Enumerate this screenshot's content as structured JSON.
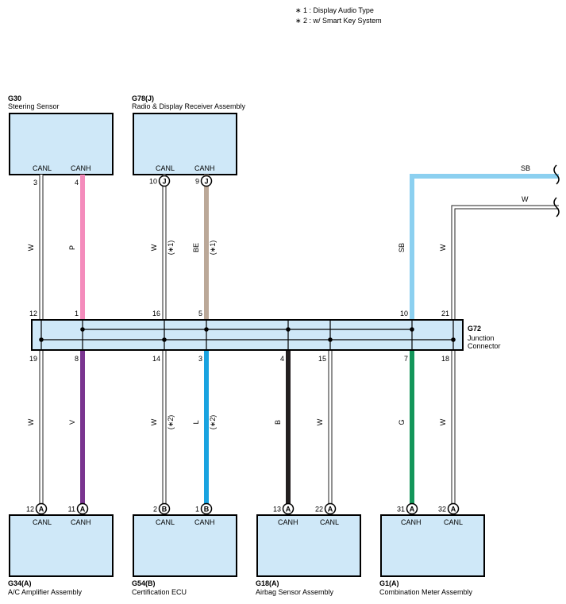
{
  "notes": [
    "∗ 1 : Display Audio Type",
    "∗ 2 : w/ Smart Key System"
  ],
  "top_components": [
    {
      "code": "G30",
      "name": "Steering Sensor",
      "left_pin": "CANL",
      "right_pin": "CANH"
    },
    {
      "code": "G78(J)",
      "name": "Radio & Display Receiver Assembly",
      "left_pin": "CANL",
      "right_pin": "CANH"
    }
  ],
  "bottom_components": [
    {
      "code": "G34(A)",
      "name": "A/C Amplifier Assembly",
      "left_pin": "CANL",
      "right_pin": "CANH"
    },
    {
      "code": "G54(B)",
      "name": "Certification ECU",
      "left_pin": "CANL",
      "right_pin": "CANH"
    },
    {
      "code": "G18(A)",
      "name": "Airbag Sensor Assembly",
      "left_pin": "CANH",
      "right_pin": "CANL"
    },
    {
      "code": "G1(A)",
      "name": "Combination Meter Assembly",
      "left_pin": "CANH",
      "right_pin": "CANL"
    }
  ],
  "junction": {
    "code": "G72",
    "name_line1": "Junction",
    "name_line2": "Connector"
  },
  "wire_colors": {
    "W": "#ffffff",
    "P": "#f48cbc",
    "BE": "#bba898",
    "SB": "#8cd0f0",
    "V": "#7a3590",
    "L": "#19a3e0",
    "B": "#231f20",
    "G": "#14965a"
  },
  "box_fill": "#cfe8f8",
  "top_wires": [
    {
      "pin_top": "3",
      "pin_jc": "12",
      "color": "W",
      "label": "W",
      "conn": "",
      "note": ""
    },
    {
      "pin_top": "4",
      "pin_jc": "1",
      "color": "P",
      "label": "P",
      "conn": "",
      "note": ""
    },
    {
      "pin_top": "10",
      "pin_jc": "16",
      "color": "W",
      "label": "W",
      "conn": "J",
      "note": "(∗1)"
    },
    {
      "pin_top": "9",
      "pin_jc": "5",
      "color": "BE",
      "label": "BE",
      "conn": "J",
      "note": "(∗1)"
    },
    {
      "pin_top": "",
      "pin_jc": "10",
      "color": "SB",
      "label": "SB",
      "conn": "",
      "note": ""
    },
    {
      "pin_top": "",
      "pin_jc": "21",
      "color": "W",
      "label": "W",
      "conn": "",
      "note": ""
    }
  ],
  "exit_wires": [
    {
      "label": "SB",
      "color": "SB"
    },
    {
      "label": "W",
      "color": "W"
    }
  ],
  "bottom_wires": [
    {
      "pin_jc": "19",
      "pin_bot": "12",
      "color": "W",
      "label": "W",
      "conn": "A",
      "note": ""
    },
    {
      "pin_jc": "8",
      "pin_bot": "11",
      "color": "V",
      "label": "V",
      "conn": "A",
      "note": ""
    },
    {
      "pin_jc": "14",
      "pin_bot": "2",
      "color": "W",
      "label": "W",
      "conn": "B",
      "note": "(∗2)"
    },
    {
      "pin_jc": "3",
      "pin_bot": "1",
      "color": "L",
      "label": "L",
      "conn": "B",
      "note": "(∗2)"
    },
    {
      "pin_jc": "4",
      "pin_bot": "13",
      "color": "B",
      "label": "B",
      "conn": "A",
      "note": ""
    },
    {
      "pin_jc": "15",
      "pin_bot": "22",
      "color": "W",
      "label": "W",
      "conn": "A",
      "note": ""
    },
    {
      "pin_jc": "7",
      "pin_bot": "31",
      "color": "G",
      "label": "G",
      "conn": "A",
      "note": ""
    },
    {
      "pin_jc": "18",
      "pin_bot": "32",
      "color": "W",
      "label": "W",
      "conn": "A",
      "note": ""
    }
  ]
}
